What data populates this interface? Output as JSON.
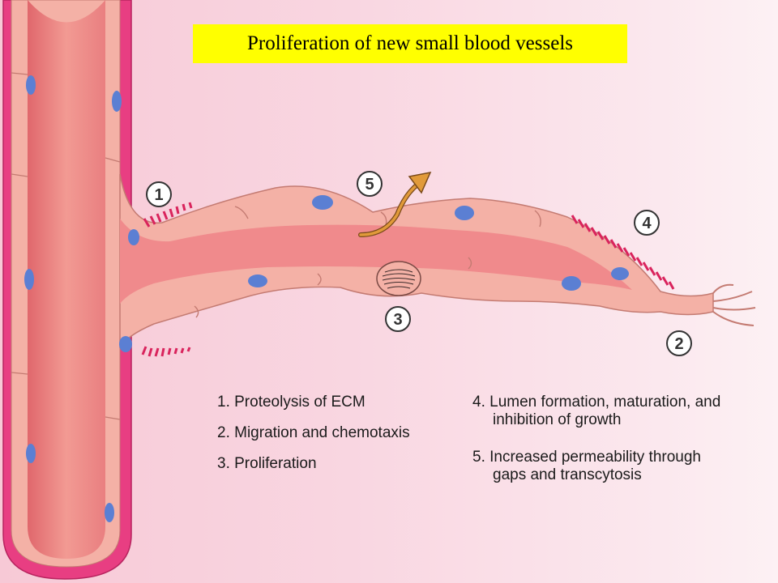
{
  "title": "Proliferation of new small blood vessels",
  "markers": [
    "1",
    "2",
    "3",
    "4",
    "5"
  ],
  "legend": {
    "left": [
      {
        "line1": "1. Proteolysis of ECM",
        "line2": ""
      },
      {
        "line1": "2. Migration and chemotaxis",
        "line2": ""
      },
      {
        "line1": "3. Proliferation",
        "line2": ""
      }
    ],
    "right": [
      {
        "line1": "4. Lumen formation, maturation, and",
        "line2": "inhibition of growth"
      },
      {
        "line1": "5. Increased permeability through",
        "line2": "gaps and transcytosis"
      }
    ]
  },
  "colors": {
    "vessel_wall": "#e83e82",
    "lumen": "#f08a8c",
    "endothelial_cell": "#f4b1a6",
    "nucleus": "#5b7fd3",
    "arrow": "#d98a2a",
    "ecm_marks": "#d9235c",
    "title_bg": "#ffff00"
  }
}
